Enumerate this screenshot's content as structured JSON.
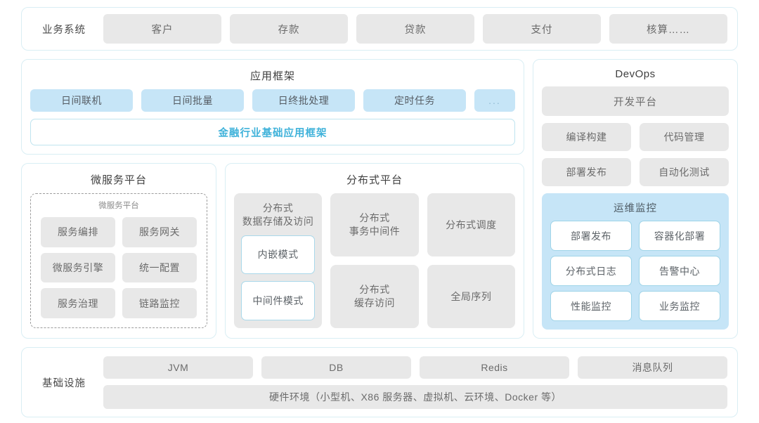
{
  "business_systems": {
    "label": "业务系统",
    "items": [
      {
        "label": "客户"
      },
      {
        "label": "存款"
      },
      {
        "label": "贷款"
      },
      {
        "label": "支付"
      },
      {
        "label": "核算……"
      }
    ]
  },
  "application_framework": {
    "title": "应用框架",
    "items": [
      {
        "label": "日间联机"
      },
      {
        "label": "日间批量"
      },
      {
        "label": "日终批处理"
      },
      {
        "label": "定时任务"
      },
      {
        "label": "..."
      }
    ],
    "base_label": "金融行业基础应用框架",
    "base_color": "#3fb2da",
    "item_color": "#c6e5f7"
  },
  "microservice_platform": {
    "title": "微服务平台",
    "subtitle": "微服务平台",
    "items": [
      {
        "label": "服务编排"
      },
      {
        "label": "服务网关"
      },
      {
        "label": "微服务引擎"
      },
      {
        "label": "统一配置"
      },
      {
        "label": "服务治理"
      },
      {
        "label": "链路监控"
      }
    ]
  },
  "distributed_platform": {
    "title": "分布式平台",
    "storage": {
      "title": "分布式\n数据存储及访问",
      "title_line1": "分布式",
      "title_line2": "数据存储及访问",
      "modes": [
        {
          "label": "内嵌模式"
        },
        {
          "label": "中间件模式"
        }
      ]
    },
    "cells": [
      {
        "line1": "分布式",
        "line2": "事务中间件"
      },
      {
        "line1": "分布式调度",
        "line2": ""
      },
      {
        "line1": "分布式",
        "line2": "缓存访问"
      },
      {
        "line1": "全局序列",
        "line2": ""
      }
    ]
  },
  "devops": {
    "title": "DevOps",
    "platform_label": "开发平台",
    "items": [
      {
        "label": "编译构建"
      },
      {
        "label": "代码管理"
      },
      {
        "label": "部署发布"
      },
      {
        "label": "自动化测试"
      }
    ],
    "monitoring": {
      "title": "运维监控",
      "items": [
        {
          "label": "部署发布"
        },
        {
          "label": "容器化部署"
        },
        {
          "label": "分布式日志"
        },
        {
          "label": "告警中心"
        },
        {
          "label": "性能监控"
        },
        {
          "label": "业务监控"
        }
      ],
      "bg_color": "#c6e5f7"
    }
  },
  "infrastructure": {
    "label": "基础设施",
    "items": [
      {
        "label": "JVM"
      },
      {
        "label": "DB"
      },
      {
        "label": "Redis"
      },
      {
        "label": "消息队列"
      }
    ],
    "hardware_label": "硬件环境（小型机、X86 服务器、虚拟机、云环境、Docker 等）"
  },
  "theme": {
    "panel_border": "#d9eef4",
    "gray_cell": "#e8e8e8",
    "blue_cell": "#c6e5f7",
    "accent": "#3fb2da"
  }
}
